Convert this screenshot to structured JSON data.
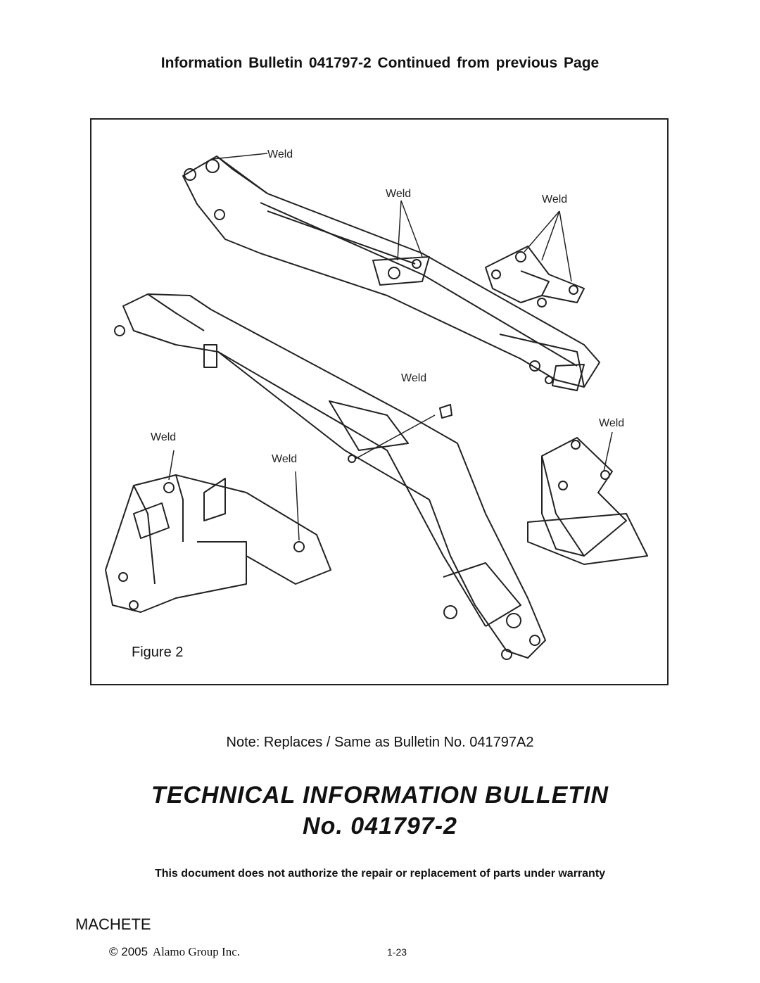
{
  "header": {
    "text": "Information Bulletin 041797-2 Continued from previous Page"
  },
  "figure": {
    "caption": "Figure 2",
    "weld_labels": [
      "Weld",
      "Weld",
      "Weld",
      "Weld",
      "Weld",
      "Weld",
      "Weld"
    ]
  },
  "note": "Note: Replaces / Same as Bulletin No. 041797A2",
  "title": {
    "line1": "TECHNICAL INFORMATION BULLETIN",
    "line2": "No. 041797-2"
  },
  "disclaimer": "This document does not authorize the repair or replacement of parts under warranty",
  "footer": {
    "product": "MACHETE",
    "copyright_symbol": "©",
    "year": "2005",
    "company": "Alamo Group Inc.",
    "page": "1-23"
  }
}
